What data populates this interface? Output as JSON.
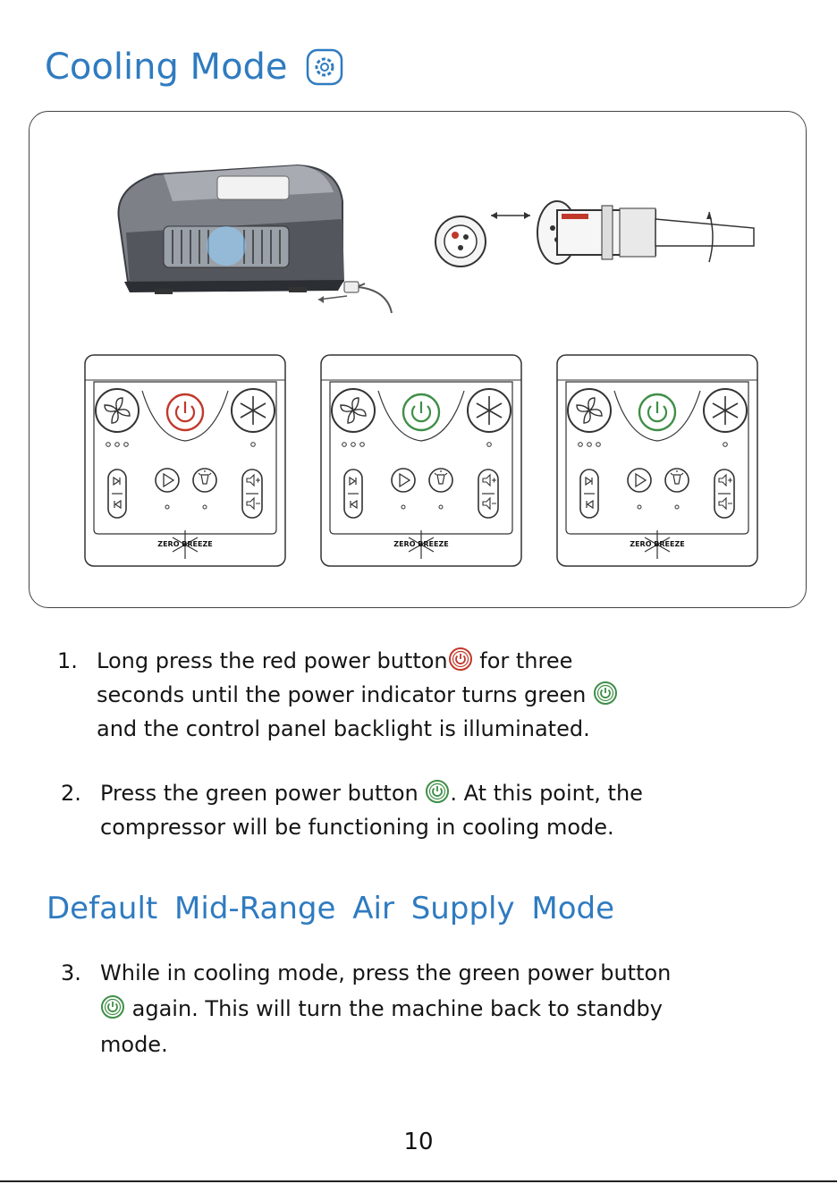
{
  "header": {
    "title": "Cooling Mode",
    "title_icon": "snowflake-gear-icon"
  },
  "figure": {
    "panel_logo_text": "ZERO BREEZE",
    "panels": [
      {
        "power_color": "#c0392b",
        "power_icon": "power-icon"
      },
      {
        "power_color": "#3f8f47",
        "power_icon": "power-icon"
      },
      {
        "power_color": "#3f8f47",
        "power_icon": "power-icon"
      }
    ],
    "icons": [
      "cooler-unit-icon",
      "connector-plug-icon",
      "cable-icon",
      "fan-icon",
      "snowflake-icon",
      "next-track-icon",
      "prev-track-icon",
      "play-icon",
      "light-icon",
      "volume-up-icon",
      "volume-down-icon"
    ]
  },
  "steps": [
    {
      "number": "1.",
      "line1_a": "Long press the red power button",
      "line1_b": " for three",
      "line2": "seconds until the power indicator turns green ",
      "line3": "and the control panel backlight is illuminated."
    },
    {
      "number": "2.",
      "line1_a": "Press the green power button ",
      "line1_b": ". At this point, the",
      "line2": "compressor will be functioning in cooling mode."
    }
  ],
  "section2": {
    "title": "Default  Mid-Range  Air  Supply  Mode"
  },
  "steps2": [
    {
      "number": "3.",
      "line1": "While in cooling mode, press the green power button",
      "line2": " again. This will turn the machine back to standby",
      "line3": "mode."
    }
  ],
  "footer": {
    "page_number": "10"
  },
  "colors": {
    "heading_blue": "#2f7bc0",
    "power_red": "#c0392b",
    "power_green": "#3f8f47"
  }
}
